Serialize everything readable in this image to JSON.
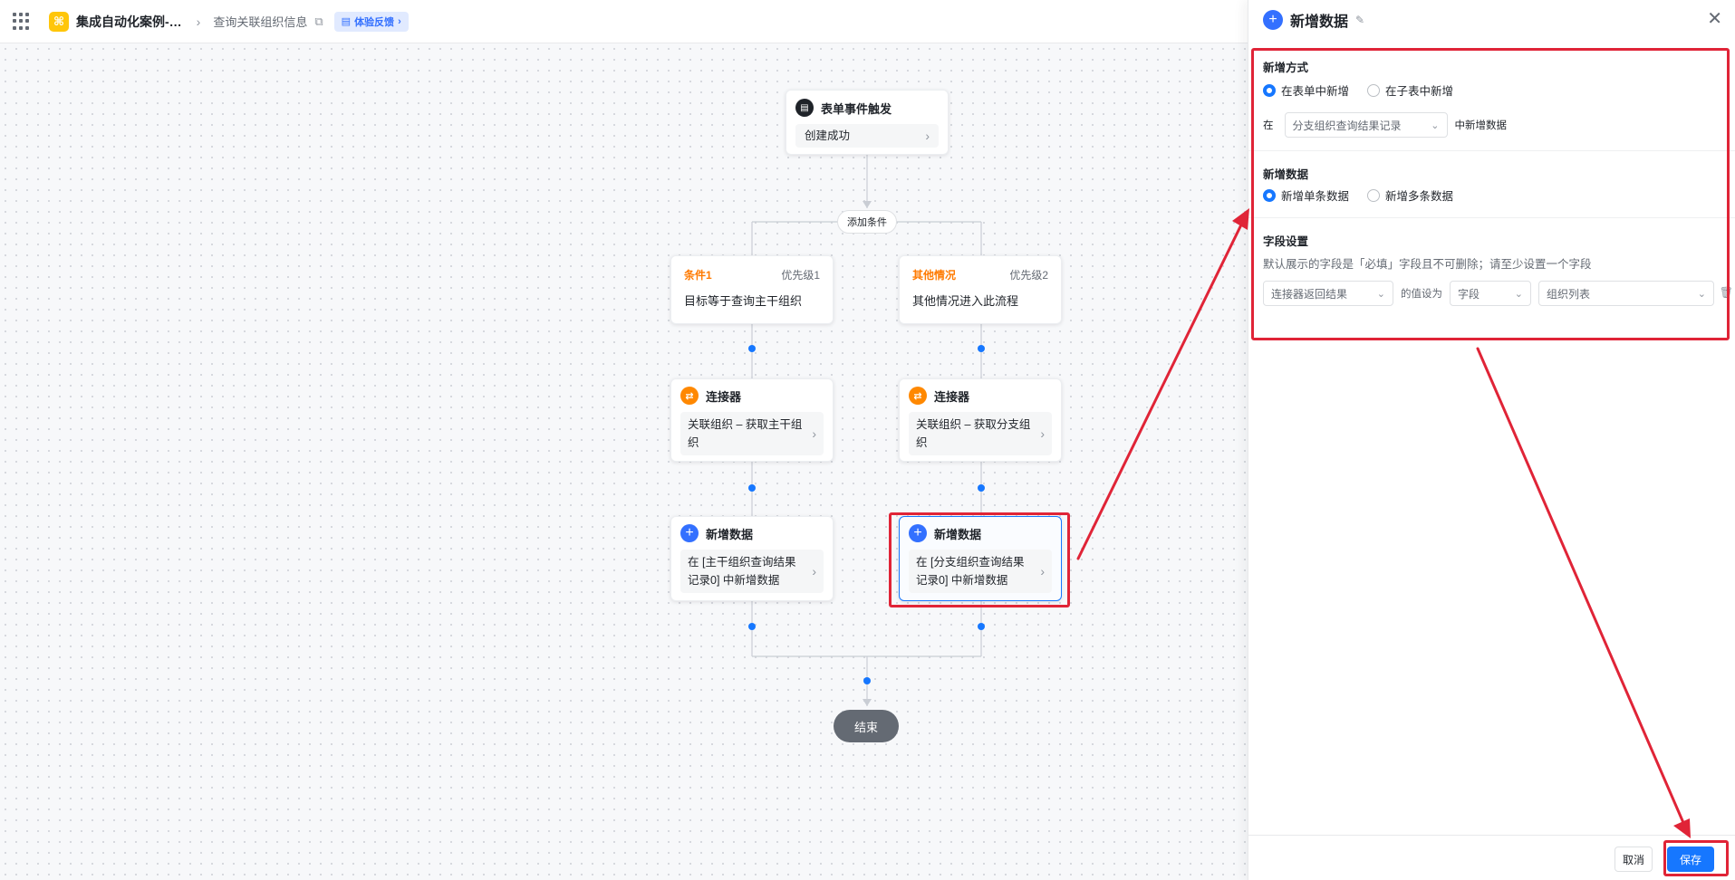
{
  "topbar": {
    "app_title": "集成自动化案例-…",
    "flow_name": "查询关联组织信息",
    "feedback_label": "体验反馈"
  },
  "canvas": {
    "trigger": {
      "title": "表单事件触发",
      "event": "创建成功"
    },
    "add_condition": "添加条件",
    "branch1": {
      "cond_title": "条件1",
      "cond_priority": "优先级1",
      "cond_desc": "目标等于查询主干组织",
      "connector_title": "连接器",
      "connector_action": "关联组织 – 获取主干组织",
      "add_title": "新增数据",
      "add_action": "在 [主干组织查询结果记录0] 中新增数据"
    },
    "branch2": {
      "cond_title": "其他情况",
      "cond_priority": "优先级2",
      "cond_desc": "其他情况进入此流程",
      "connector_title": "连接器",
      "connector_action": "关联组织 – 获取分支组织",
      "add_title": "新增数据",
      "add_action": "在 [分支组织查询结果记录0] 中新增数据"
    },
    "end_label": "结束"
  },
  "panel": {
    "title": "新增数据",
    "add_mode": {
      "title": "新增方式",
      "option_main": "在表单中新增",
      "option_sub": "在子表中新增",
      "prefix": "在",
      "target_select": "分支组织查询结果记录",
      "suffix": "中新增数据"
    },
    "add_data": {
      "title": "新增数据",
      "option_single": "新增单条数据",
      "option_multi": "新增多条数据"
    },
    "fields": {
      "title": "字段设置",
      "hint": "默认展示的字段是「必填」字段且不可删除；请至少设置一个字段",
      "source_select": "连接器返回结果",
      "mid_label": "的值设为",
      "type_select": "字段",
      "value_select": "组织列表"
    },
    "cancel_label": "取消",
    "save_label": "保存"
  },
  "colors": {
    "accent": "#1677ff",
    "annotation": "#e02437",
    "condition": "#ff7a00",
    "connector": "#ff8800"
  }
}
